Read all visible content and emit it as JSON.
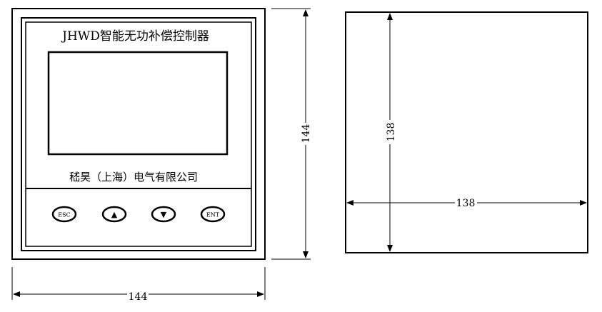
{
  "front_view": {
    "device_title": "JHWD智能无功补偿控制器",
    "manufacturer": "嵇昊（上海）电气有限公司",
    "buttons": [
      {
        "name": "esc",
        "label": "ESC"
      },
      {
        "name": "up",
        "label": "▲"
      },
      {
        "name": "down",
        "label": "▼"
      },
      {
        "name": "enter",
        "label": "ENT"
      }
    ],
    "dim_width": "144",
    "dim_height": "144"
  },
  "cutout_view": {
    "dim_width": "138",
    "dim_height": "138"
  }
}
